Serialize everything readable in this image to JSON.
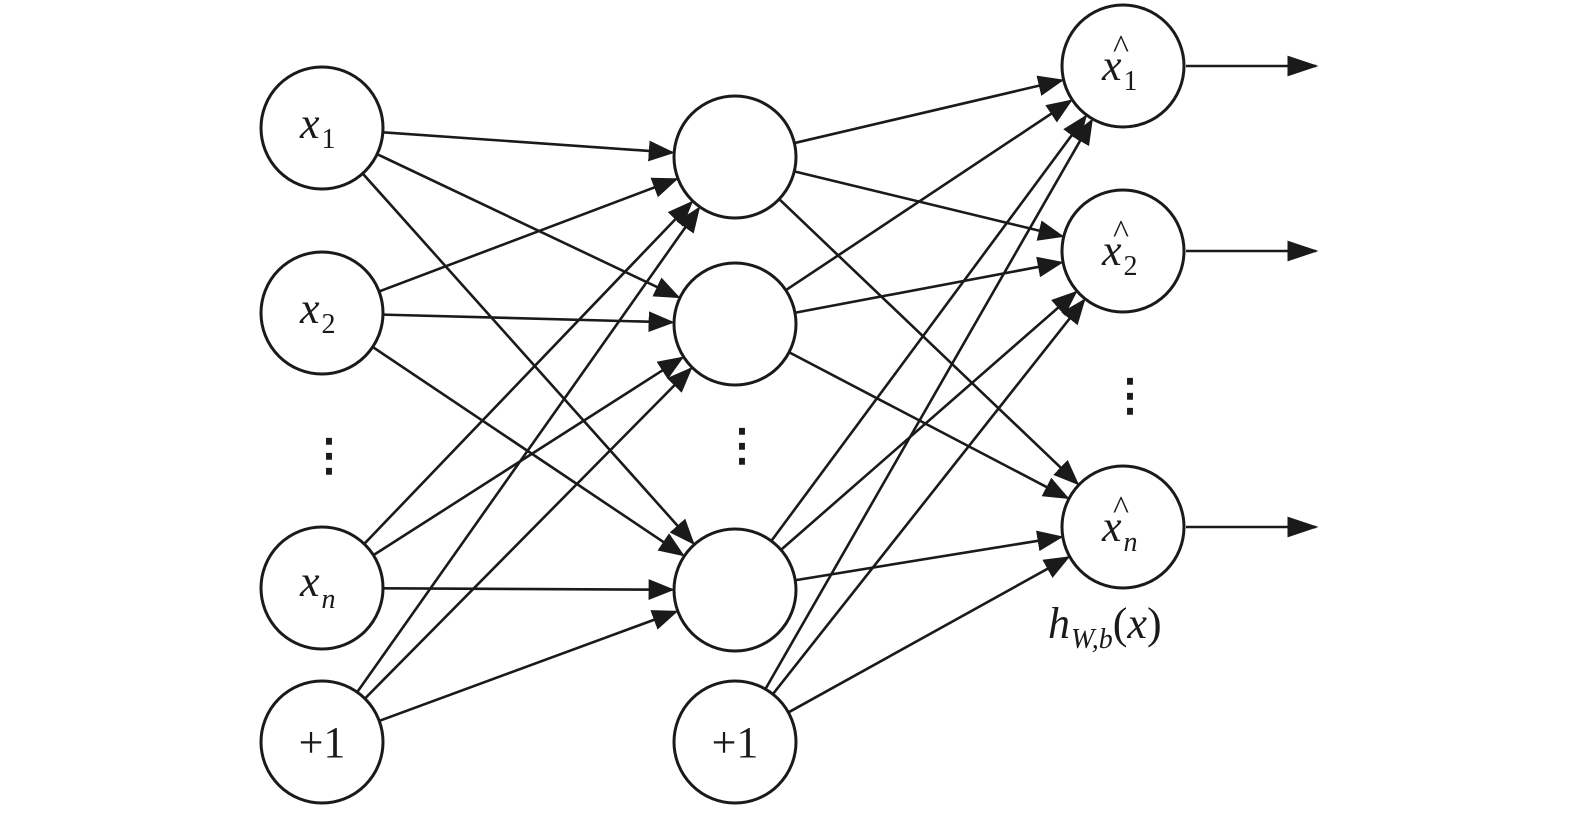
{
  "input_layer": {
    "nodes": [
      {
        "var": "x",
        "sub": "1"
      },
      {
        "var": "x",
        "sub": "2"
      },
      {
        "var": "x",
        "sub": "n"
      }
    ],
    "bias": "+1",
    "ellipsis": "⋮"
  },
  "hidden_layer": {
    "bias": "+1",
    "ellipsis": "⋮"
  },
  "output_layer": {
    "nodes": [
      {
        "var": "x",
        "hat": "^",
        "sub": "1"
      },
      {
        "var": "x",
        "hat": "^",
        "sub": "2"
      },
      {
        "var": "x",
        "hat": "^",
        "sub": "n"
      }
    ],
    "ellipsis": "⋮"
  },
  "output_label": {
    "h": "h",
    "sub": "W,b",
    "open": "(",
    "arg": "x",
    "close": ")"
  }
}
